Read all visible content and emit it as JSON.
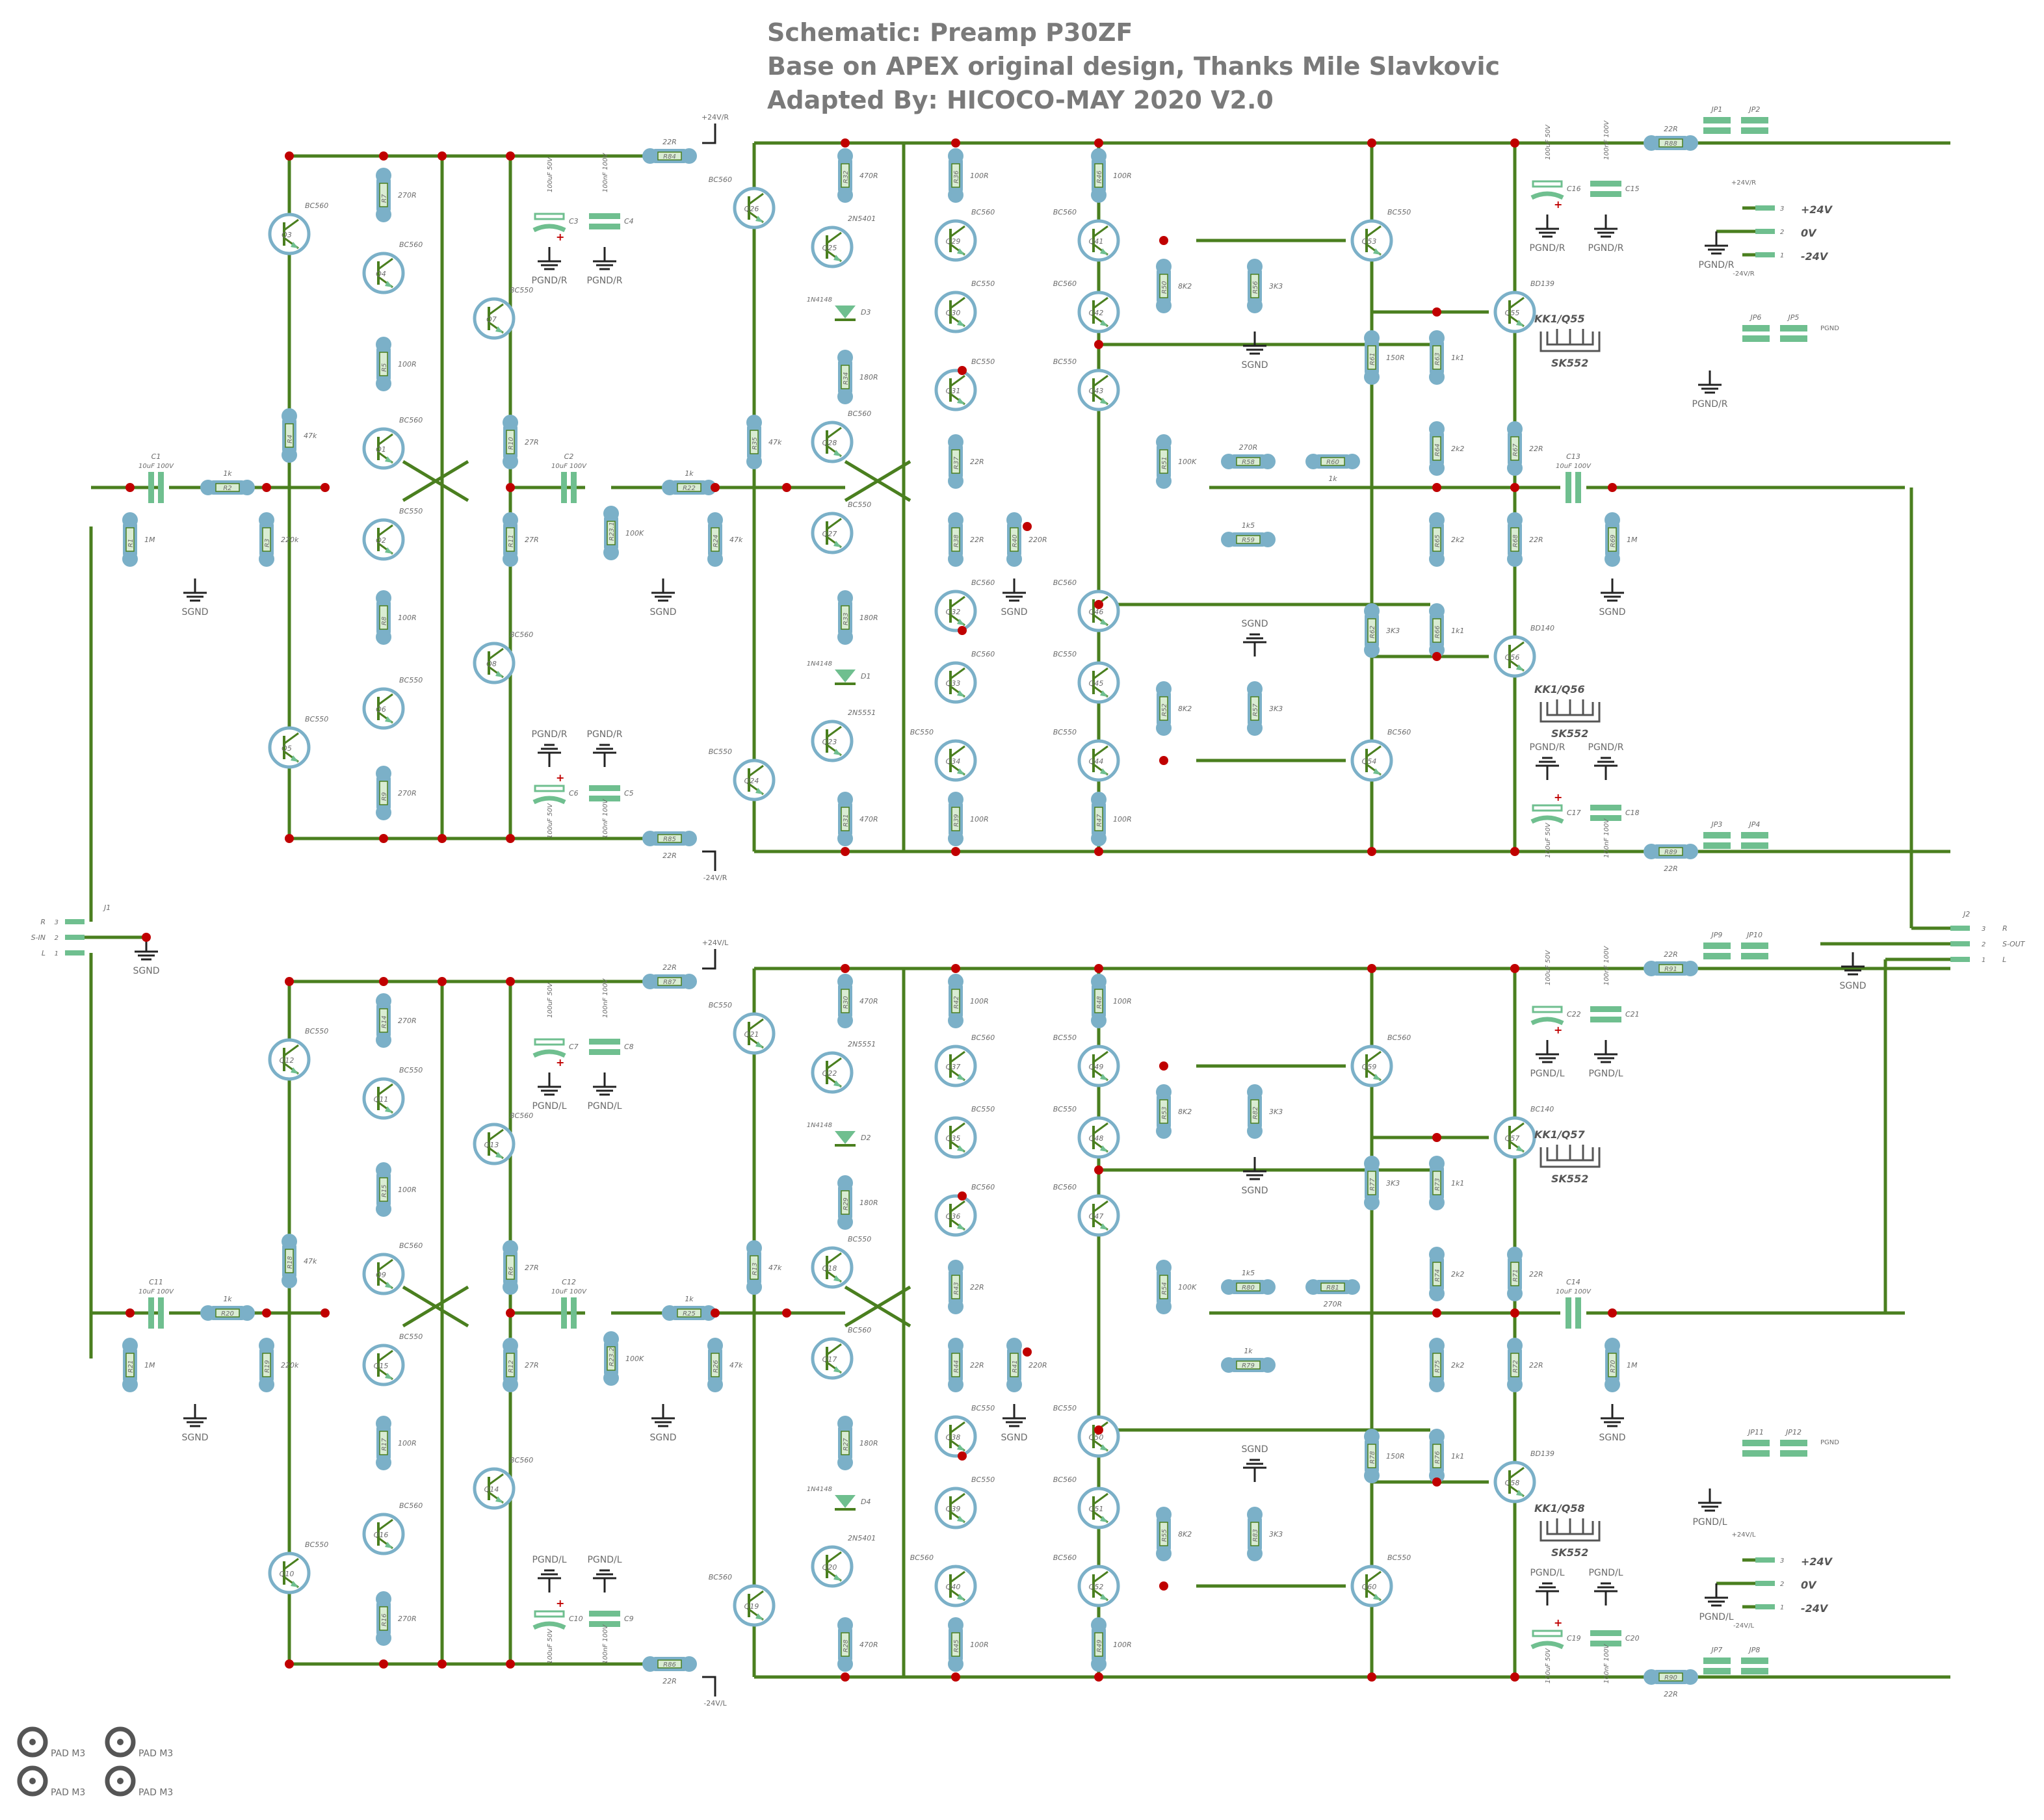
{
  "header": {
    "line1": "Schematic:  Preamp P30ZF",
    "line2": "Base on APEX original design, Thanks Mile Slavkovic",
    "line3": "Adapted By:  HICOCO-MAY 2020 V2.0"
  },
  "colors": {
    "wire": "#4a7f1f",
    "node": "#c00000",
    "part": "#7bb0c8",
    "cap": "#6fbf8f",
    "label": "#6b6b6b",
    "bg": "#ffffff"
  },
  "input_connector": {
    "ref": "J1",
    "pins": [
      "R",
      "S-IN",
      "L"
    ],
    "numbers": [
      "3",
      "2",
      "1"
    ],
    "gnd": "SGND"
  },
  "output_connector": {
    "ref": "J2",
    "pins": [
      "R",
      "S-OUT",
      "L"
    ],
    "numbers": [
      "3",
      "2",
      "1"
    ],
    "gnd": "SGND"
  },
  "power_top": {
    "ref": "JP1",
    "ref2": "JP2",
    "net_a": "+24V/R",
    "net_b": "+24V",
    "pins": [
      "+24V",
      "0V",
      "-24V"
    ],
    "gnd": "PGND/R",
    "neg": "-24V/R"
  },
  "power_bottom": {
    "ref": "JP7",
    "ref2": "JP8",
    "net_a": "+24V/L",
    "net_b": "+24V",
    "pins": [
      "+24V",
      "0V",
      "-24V"
    ],
    "gnd": "PGND/L",
    "neg": "-24V/L"
  },
  "ground_jumpers": {
    "top": {
      "refs": [
        "JP6",
        "JP5"
      ],
      "net": "PGND",
      "gnd": "PGND/R"
    },
    "bottom": {
      "refs": [
        "JP11",
        "JP12"
      ],
      "net": "PGND",
      "gnd": "PGND/L"
    }
  },
  "heatsinks": [
    {
      "ref": "KK1/Q55",
      "part": "SK552"
    },
    {
      "ref": "KK1/Q56",
      "part": "SK552"
    },
    {
      "ref": "KK1/Q57",
      "part": "SK552"
    },
    {
      "ref": "KK1/Q58",
      "part": "SK552"
    }
  ],
  "pads": [
    "PAD M3",
    "PAD M3",
    "PAD M3",
    "PAD M3"
  ],
  "channel_top": {
    "transistors": [
      {
        "ref": "Q3",
        "type": "BC560"
      },
      {
        "ref": "Q4",
        "type": "BC560"
      },
      {
        "ref": "Q1",
        "type": "BC560"
      },
      {
        "ref": "Q2",
        "type": "BC550"
      },
      {
        "ref": "Q6",
        "type": "BC550"
      },
      {
        "ref": "Q5",
        "type": "BC550"
      },
      {
        "ref": "Q7",
        "type": "BC550"
      },
      {
        "ref": "Q8",
        "type": "BC560"
      },
      {
        "ref": "Q26",
        "type": "BC560"
      },
      {
        "ref": "Q25",
        "type": "2N5401"
      },
      {
        "ref": "Q28",
        "type": "BC560"
      },
      {
        "ref": "Q27",
        "type": "BC550"
      },
      {
        "ref": "Q23",
        "type": "2N5551"
      },
      {
        "ref": "Q24",
        "type": "BC550"
      },
      {
        "ref": "Q30",
        "type": "BC550"
      },
      {
        "ref": "Q31",
        "type": "BC550"
      },
      {
        "ref": "Q29",
        "type": "BC560"
      },
      {
        "ref": "Q32",
        "type": "BC560"
      },
      {
        "ref": "Q33",
        "type": "BC560"
      },
      {
        "ref": "Q34",
        "type": "BC550"
      },
      {
        "ref": "Q41",
        "type": "BC560"
      },
      {
        "ref": "Q42",
        "type": "BC560"
      },
      {
        "ref": "Q43",
        "type": "BC550"
      },
      {
        "ref": "Q46",
        "type": "BC560"
      },
      {
        "ref": "Q45",
        "type": "BC550"
      },
      {
        "ref": "Q44",
        "type": "BC550"
      },
      {
        "ref": "Q53",
        "type": "BC550"
      },
      {
        "ref": "Q54",
        "type": "BC560"
      },
      {
        "ref": "Q55",
        "type": "BD139"
      },
      {
        "ref": "Q56",
        "type": "BD140"
      }
    ],
    "resistors": [
      {
        "ref": "R7",
        "value": "270R"
      },
      {
        "ref": "R5",
        "value": "100R"
      },
      {
        "ref": "R4",
        "value": "47k"
      },
      {
        "ref": "R8",
        "value": "100R"
      },
      {
        "ref": "R9",
        "value": "270R"
      },
      {
        "ref": "R10",
        "value": "27R"
      },
      {
        "ref": "R11",
        "value": "27R"
      },
      {
        "ref": "R1",
        "value": "1M"
      },
      {
        "ref": "R2",
        "value": "1k"
      },
      {
        "ref": "R3",
        "value": "220k"
      },
      {
        "ref": "R84",
        "value": "22R"
      },
      {
        "ref": "R85",
        "value": "22R"
      },
      {
        "ref": "R22",
        "value": "1k"
      },
      {
        "ref": "R23.1",
        "value": "100K"
      },
      {
        "ref": "R24",
        "value": "47k"
      },
      {
        "ref": "R35",
        "value": "47k"
      },
      {
        "ref": "R32",
        "value": "470R"
      },
      {
        "ref": "R34",
        "value": "180R"
      },
      {
        "ref": "R33",
        "value": "180R"
      },
      {
        "ref": "R31",
        "value": "470R"
      },
      {
        "ref": "R36",
        "value": "100R"
      },
      {
        "ref": "R37",
        "value": "22R"
      },
      {
        "ref": "R38",
        "value": "22R"
      },
      {
        "ref": "R40",
        "value": "220R"
      },
      {
        "ref": "R39",
        "value": "100R"
      },
      {
        "ref": "R46",
        "value": "100R"
      },
      {
        "ref": "R50",
        "value": "8K2"
      },
      {
        "ref": "R51",
        "value": "100K"
      },
      {
        "ref": "R52",
        "value": "8K2"
      },
      {
        "ref": "R47",
        "value": "100R"
      },
      {
        "ref": "R56",
        "value": "3K3"
      },
      {
        "ref": "R57",
        "value": "3K3"
      },
      {
        "ref": "R58",
        "value": "270R"
      },
      {
        "ref": "R60",
        "value": "1k"
      },
      {
        "ref": "R59",
        "value": "1k5"
      },
      {
        "ref": "R61",
        "value": "150R"
      },
      {
        "ref": "R63",
        "value": "1k1"
      },
      {
        "ref": "R64",
        "value": "2k2"
      },
      {
        "ref": "R65",
        "value": "2k2"
      },
      {
        "ref": "R62",
        "value": "3K3"
      },
      {
        "ref": "R66",
        "value": "1k1"
      },
      {
        "ref": "R67",
        "value": "22R"
      },
      {
        "ref": "R68",
        "value": "22R"
      },
      {
        "ref": "R69",
        "value": "1M"
      },
      {
        "ref": "R88",
        "value": "22R"
      },
      {
        "ref": "R89",
        "value": "22R"
      }
    ],
    "capacitors": [
      {
        "ref": "C1",
        "value": "10uF 100V"
      },
      {
        "ref": "C2",
        "value": "10uF 100V"
      },
      {
        "ref": "C3",
        "value": "100uF 50V"
      },
      {
        "ref": "C4",
        "value": "100nF 100V"
      },
      {
        "ref": "C6",
        "value": "100uF 50V"
      },
      {
        "ref": "C5",
        "value": "100nF 100V"
      },
      {
        "ref": "C13",
        "value": "10uF 100V"
      },
      {
        "ref": "C16",
        "value": "100uF 50V"
      },
      {
        "ref": "C15",
        "value": "100nF 100V"
      },
      {
        "ref": "C17",
        "value": "100uF 50V"
      },
      {
        "ref": "C18",
        "value": "100nF 100V"
      }
    ],
    "diodes": [
      {
        "ref": "D3",
        "type": "1N4148"
      },
      {
        "ref": "D1",
        "type": "1N4148"
      }
    ],
    "nets": {
      "vpos": "+24V/R",
      "vneg": "-24V/R",
      "pgnd": "PGND/R",
      "sgnd": "SGND"
    },
    "jumpers": [
      "JP1",
      "JP2",
      "JP3",
      "JP4"
    ]
  },
  "channel_bottom": {
    "transistors": [
      {
        "ref": "Q12",
        "type": "BC550"
      },
      {
        "ref": "Q11",
        "type": "BC550"
      },
      {
        "ref": "Q9",
        "type": "BC560"
      },
      {
        "ref": "Q15",
        "type": "BC550"
      },
      {
        "ref": "Q16",
        "type": "BC560"
      },
      {
        "ref": "Q10",
        "type": "BC550"
      },
      {
        "ref": "Q13",
        "type": "BC560"
      },
      {
        "ref": "Q14",
        "type": "BC560"
      },
      {
        "ref": "Q21",
        "type": "BC550"
      },
      {
        "ref": "Q22",
        "type": "2N5551"
      },
      {
        "ref": "Q18",
        "type": "BC550"
      },
      {
        "ref": "Q17",
        "type": "BC560"
      },
      {
        "ref": "Q20",
        "type": "2N5401"
      },
      {
        "ref": "Q19",
        "type": "BC560"
      },
      {
        "ref": "Q35",
        "type": "BC550"
      },
      {
        "ref": "Q36",
        "type": "BC560"
      },
      {
        "ref": "Q37",
        "type": "BC560"
      },
      {
        "ref": "Q38",
        "type": "BC550"
      },
      {
        "ref": "Q39",
        "type": "BC550"
      },
      {
        "ref": "Q40",
        "type": "BC560"
      },
      {
        "ref": "Q49",
        "type": "BC550"
      },
      {
        "ref": "Q48",
        "type": "BC550"
      },
      {
        "ref": "Q47",
        "type": "BC560"
      },
      {
        "ref": "Q50",
        "type": "BC550"
      },
      {
        "ref": "Q51",
        "type": "BC560"
      },
      {
        "ref": "Q52",
        "type": "BC560"
      },
      {
        "ref": "Q59",
        "type": "BC560"
      },
      {
        "ref": "Q60",
        "type": "BC550"
      },
      {
        "ref": "Q57",
        "type": "BC140"
      },
      {
        "ref": "Q58",
        "type": "BD139"
      }
    ],
    "resistors": [
      {
        "ref": "R14",
        "value": "270R"
      },
      {
        "ref": "R15",
        "value": "100R"
      },
      {
        "ref": "R18",
        "value": "47k"
      },
      {
        "ref": "R17",
        "value": "100R"
      },
      {
        "ref": "R16",
        "value": "270R"
      },
      {
        "ref": "R6",
        "value": "27R"
      },
      {
        "ref": "R12",
        "value": "27R"
      },
      {
        "ref": "R21",
        "value": "1M"
      },
      {
        "ref": "R20",
        "value": "1k"
      },
      {
        "ref": "R19",
        "value": "220k"
      },
      {
        "ref": "R87",
        "value": "22R"
      },
      {
        "ref": "R86",
        "value": "22R"
      },
      {
        "ref": "R25",
        "value": "1k"
      },
      {
        "ref": "R23.2",
        "value": "100K"
      },
      {
        "ref": "R26",
        "value": "47k"
      },
      {
        "ref": "R13",
        "value": "47k"
      },
      {
        "ref": "R30",
        "value": "470R"
      },
      {
        "ref": "R29",
        "value": "180R"
      },
      {
        "ref": "R27",
        "value": "180R"
      },
      {
        "ref": "R28",
        "value": "470R"
      },
      {
        "ref": "R42",
        "value": "100R"
      },
      {
        "ref": "R43",
        "value": "22R"
      },
      {
        "ref": "R44",
        "value": "22R"
      },
      {
        "ref": "R41",
        "value": "220R"
      },
      {
        "ref": "R45",
        "value": "100R"
      },
      {
        "ref": "R48",
        "value": "100R"
      },
      {
        "ref": "R53",
        "value": "8K2"
      },
      {
        "ref": "R54",
        "value": "100K"
      },
      {
        "ref": "R55",
        "value": "8K2"
      },
      {
        "ref": "R49",
        "value": "100R"
      },
      {
        "ref": "R82",
        "value": "3K3"
      },
      {
        "ref": "R83",
        "value": "3K3"
      },
      {
        "ref": "R80",
        "value": "1k5"
      },
      {
        "ref": "R81",
        "value": "270R"
      },
      {
        "ref": "R79",
        "value": "1k"
      },
      {
        "ref": "R77",
        "value": "3K3"
      },
      {
        "ref": "R73",
        "value": "1k1"
      },
      {
        "ref": "R74",
        "value": "2k2"
      },
      {
        "ref": "R75",
        "value": "2k2"
      },
      {
        "ref": "R78",
        "value": "150R"
      },
      {
        "ref": "R76",
        "value": "1k1"
      },
      {
        "ref": "R71",
        "value": "22R"
      },
      {
        "ref": "R72",
        "value": "22R"
      },
      {
        "ref": "R70",
        "value": "1M"
      },
      {
        "ref": "R91",
        "value": "22R"
      },
      {
        "ref": "R90",
        "value": "22R"
      }
    ],
    "capacitors": [
      {
        "ref": "C11",
        "value": "10uF 100V"
      },
      {
        "ref": "C12",
        "value": "10uF 100V"
      },
      {
        "ref": "C7",
        "value": "100uF 50V"
      },
      {
        "ref": "C8",
        "value": "100nF 100V"
      },
      {
        "ref": "C10",
        "value": "100uF 50V"
      },
      {
        "ref": "C9",
        "value": "100nF 100V"
      },
      {
        "ref": "C14",
        "value": "10uF 100V"
      },
      {
        "ref": "C22",
        "value": "100uF 50V"
      },
      {
        "ref": "C21",
        "value": "100nF 100V"
      },
      {
        "ref": "C19",
        "value": "100uF 50V"
      },
      {
        "ref": "C20",
        "value": "100nF 100V"
      }
    ],
    "diodes": [
      {
        "ref": "D2",
        "type": "1N4148"
      },
      {
        "ref": "D4",
        "type": "1N4148"
      }
    ],
    "nets": {
      "vpos": "+24V/L",
      "vneg": "-24V/L",
      "pgnd": "PGND/L",
      "sgnd": "SGND"
    },
    "jumpers": [
      "JP9",
      "JP10",
      "JP7",
      "JP8"
    ]
  }
}
